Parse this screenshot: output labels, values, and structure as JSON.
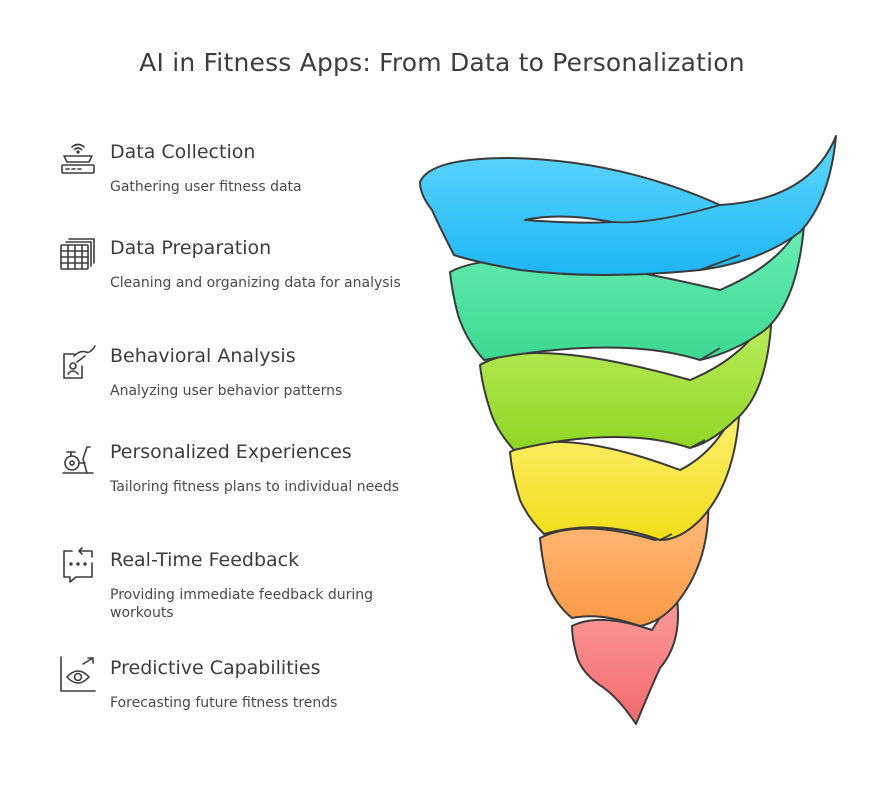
{
  "title": "AI in Fitness Apps: From Data to Personalization",
  "stages": [
    {
      "heading": "Data Collection",
      "description": "Gathering user fitness data",
      "icon": "scale-wifi-icon",
      "color": "#3bc8fa"
    },
    {
      "heading": "Data Preparation",
      "description": "Cleaning and organizing data for analysis",
      "icon": "spreadsheet-icon",
      "color": "#4fe0a2"
    },
    {
      "heading": "Behavioral Analysis",
      "description": "Analyzing user behavior patterns",
      "icon": "user-analysis-icon",
      "color": "#a6e33f"
    },
    {
      "heading": "Personalized Experiences",
      "description": "Tailoring fitness plans to individual needs",
      "icon": "exercise-bike-icon",
      "color": "#f7e83c"
    },
    {
      "heading": "Real-Time Feedback",
      "description": "Providing immediate feedback during workouts",
      "icon": "chat-refresh-icon",
      "color": "#fca85e"
    },
    {
      "heading": "Predictive Capabilities",
      "description": "Forecasting future fitness trends",
      "icon": "eye-trend-icon",
      "color": "#f77a7c"
    }
  ]
}
